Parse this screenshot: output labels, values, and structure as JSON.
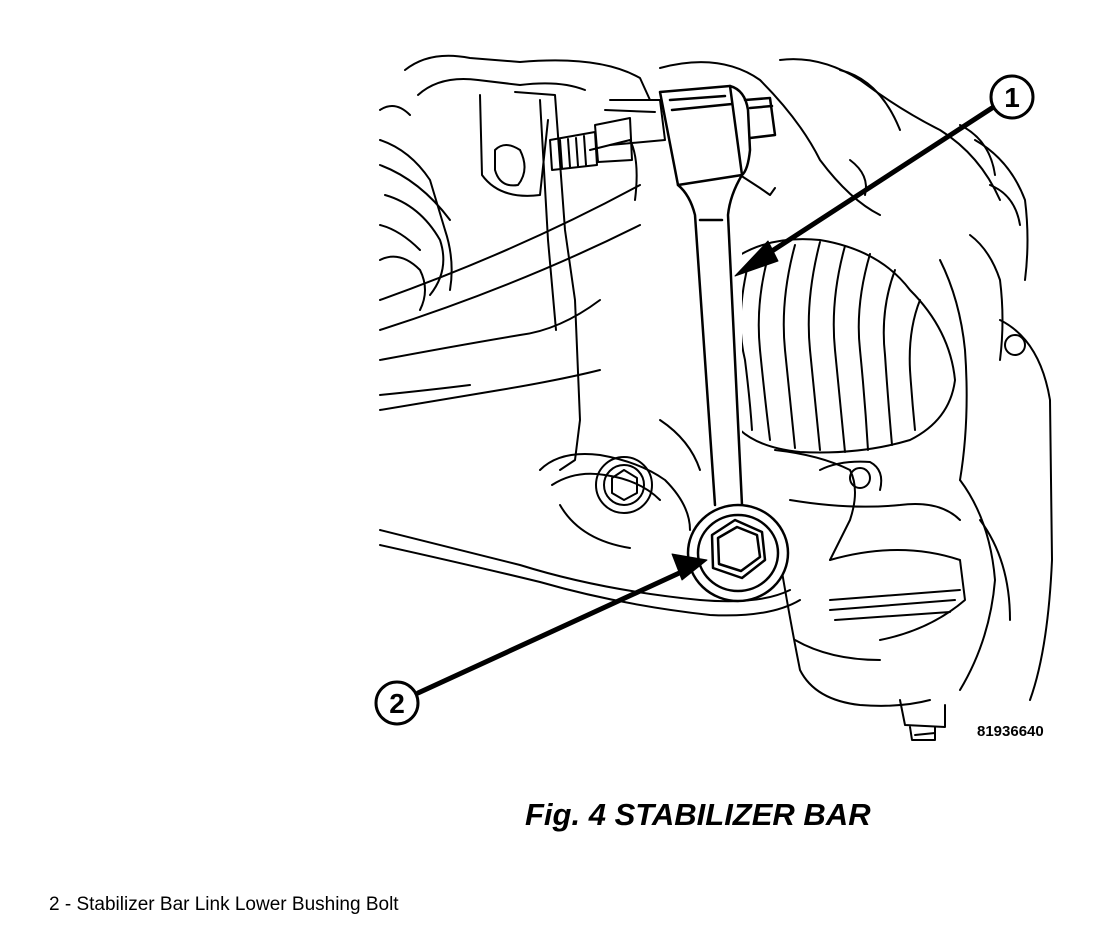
{
  "figure": {
    "caption": "Fig. 4 STABILIZER BAR",
    "figure_id": "81936640",
    "callouts": [
      {
        "number": "1"
      },
      {
        "number": "2"
      }
    ]
  },
  "legend": {
    "items": [
      {
        "number": "2",
        "text": "Stabilizer Bar Link Lower Bushing Bolt"
      }
    ]
  }
}
